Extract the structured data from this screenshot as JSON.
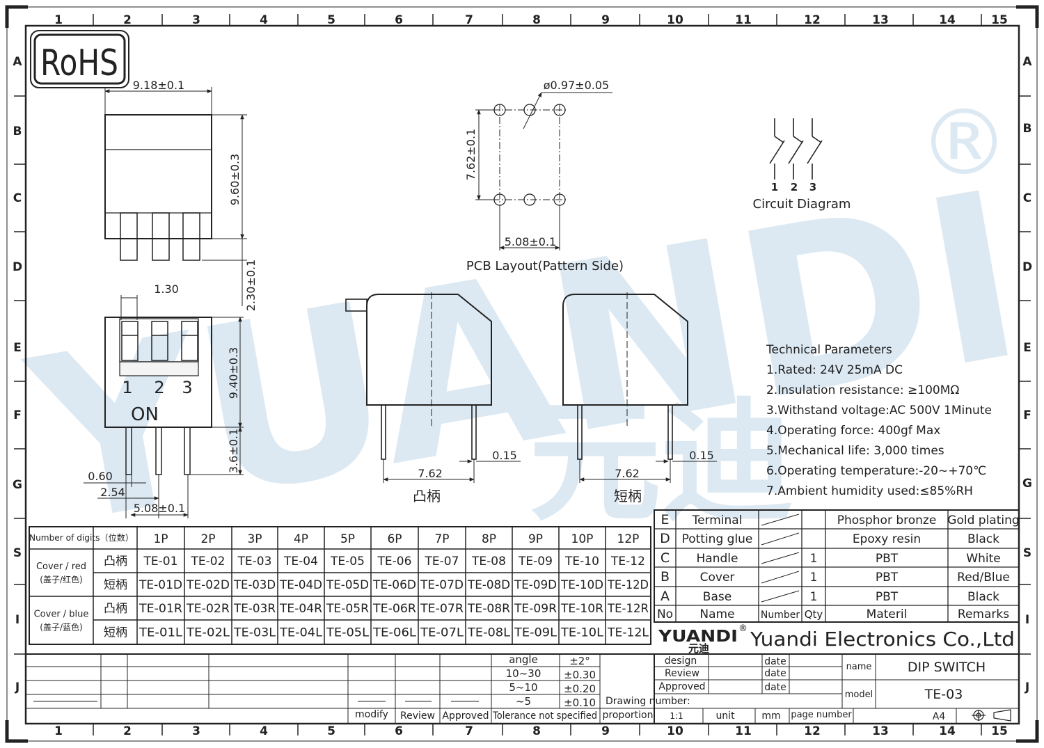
{
  "rohs": "RoHS",
  "border": {
    "cols": [
      "1",
      "2",
      "3",
      "4",
      "5",
      "6",
      "7",
      "8",
      "9",
      "10",
      "11",
      "12",
      "13",
      "14",
      "15"
    ],
    "rows": [
      "A",
      "B",
      "C",
      "D",
      "E",
      "F",
      "G",
      "S",
      "I",
      "J"
    ]
  },
  "watermark": {
    "brand": "YUANDI",
    "sub": "元迪",
    "registered": "®"
  },
  "side_view": {
    "width_dim": "9.18±0.1",
    "height_dim": "9.60±0.3",
    "pin_dim": "2.30±0.1"
  },
  "front_view": {
    "slot_dim": "1.30",
    "numbers": [
      "1",
      "2",
      "3"
    ],
    "on_label": "ON",
    "height_dim": "9.40±0.3",
    "pin_dim": "3.6±0.1",
    "pin_w": "0.60",
    "pitch": "2.54",
    "span": "5.08±0.1"
  },
  "pcb": {
    "hole_dim": "ø0.97±0.05",
    "row_dim": "7.62±0.1",
    "col_dim": "5.08±0.1",
    "caption": "PCB  Layout(Pattern  Side)"
  },
  "circuit": {
    "numbers": [
      "1",
      "2",
      "3"
    ],
    "caption": "Circuit  Diagram"
  },
  "profile_raised": {
    "pin_gap": "0.15",
    "span": "7.62",
    "caption": "凸柄"
  },
  "profile_short": {
    "pin_gap": "0.15",
    "span": "7.62",
    "caption": "短柄"
  },
  "tech": {
    "title": "Technical Parameters",
    "items": [
      "1.Rated: 24V 25mA  DC",
      "2.Insulation resistance: ≥100MΩ",
      "3.Withstand voltage:AC 500V 1Minute",
      "4.Operating force: 400gf Max",
      "5.Mechanical life: 3,000 times",
      "6.Operating temperature:-20~+70℃",
      "7.Ambient humidity used:≤85%RH"
    ]
  },
  "model_table": {
    "corner": "Number of digits（位数）",
    "headers": [
      "1P",
      "2P",
      "3P",
      "4P",
      "5P",
      "6P",
      "7P",
      "8P",
      "9P",
      "10P",
      "12P"
    ],
    "groups": [
      {
        "label": "Cover / red",
        "label_cn": "(盖子/红色)",
        "rows": [
          {
            "type": "凸柄",
            "cells": [
              "TE-01",
              "TE-02",
              "TE-03",
              "TE-04",
              "TE-05",
              "TE-06",
              "TE-07",
              "TE-08",
              "TE-09",
              "TE-10",
              "TE-12"
            ]
          },
          {
            "type": "短柄",
            "cells": [
              "TE-01D",
              "TE-02D",
              "TE-03D",
              "TE-04D",
              "TE-05D",
              "TE-06D",
              "TE-07D",
              "TE-08D",
              "TE-09D",
              "TE-10D",
              "TE-12D"
            ]
          }
        ]
      },
      {
        "label": "Cover / blue",
        "label_cn": "(盖子/蓝色)",
        "rows": [
          {
            "type": "凸柄",
            "cells": [
              "TE-01R",
              "TE-02R",
              "TE-03R",
              "TE-04R",
              "TE-05R",
              "TE-06R",
              "TE-07R",
              "TE-08R",
              "TE-09R",
              "TE-10R",
              "TE-12R"
            ]
          },
          {
            "type": "短柄",
            "cells": [
              "TE-01L",
              "TE-02L",
              "TE-03L",
              "TE-04L",
              "TE-05L",
              "TE-06L",
              "TE-07L",
              "TE-08L",
              "TE-09L",
              "TE-10L",
              "TE-12L"
            ]
          }
        ]
      }
    ]
  },
  "bom": {
    "rows": [
      {
        "no": "E",
        "name": "Terminal",
        "number": "",
        "qty": "",
        "material": "Phosphor bronze",
        "remarks": "Gold plating"
      },
      {
        "no": "D",
        "name": "Potting glue",
        "number": "",
        "qty": "",
        "material": "Epoxy resin",
        "remarks": "Black"
      },
      {
        "no": "C",
        "name": "Handle",
        "number": "",
        "qty": "1",
        "material": "PBT",
        "remarks": "White"
      },
      {
        "no": "B",
        "name": "Cover",
        "number": "",
        "qty": "1",
        "material": "PBT",
        "remarks": "Red/Blue"
      },
      {
        "no": "A",
        "name": "Base",
        "number": "",
        "qty": "1",
        "material": "PBT",
        "remarks": "Black"
      }
    ],
    "header": {
      "no": "No",
      "name": "Name",
      "number": "Number",
      "qty": "Qty",
      "material": "Materil",
      "remarks": "Remarks"
    }
  },
  "company": {
    "logo": "YUANDI",
    "logo_cn": "元迪",
    "reg": "®",
    "name": "Yuandi Electronics Co.,Ltd"
  },
  "title_block": {
    "design": "design",
    "review": "Review",
    "approved": "Approved",
    "date": "date",
    "name_label": "name",
    "name_value": "DIP SWITCH",
    "model_label": "model",
    "model_value": "TE-03",
    "drawing_number": "Drawing number:",
    "proportion": "proportion",
    "scale": "1:1",
    "unit": "unit",
    "unit_value": "mm",
    "page_number": "page number",
    "paper": "A4"
  },
  "tolerance": {
    "rows": [
      {
        "range": "angle",
        "tol": "±2°"
      },
      {
        "range": "10~30",
        "tol": "±0.30"
      },
      {
        "range": "5~10",
        "tol": "±0.20"
      },
      {
        "range": "~5",
        "tol": "±0.10"
      }
    ],
    "footer": [
      "modify",
      "Review",
      "Approved",
      "Tolerance not specified"
    ]
  }
}
